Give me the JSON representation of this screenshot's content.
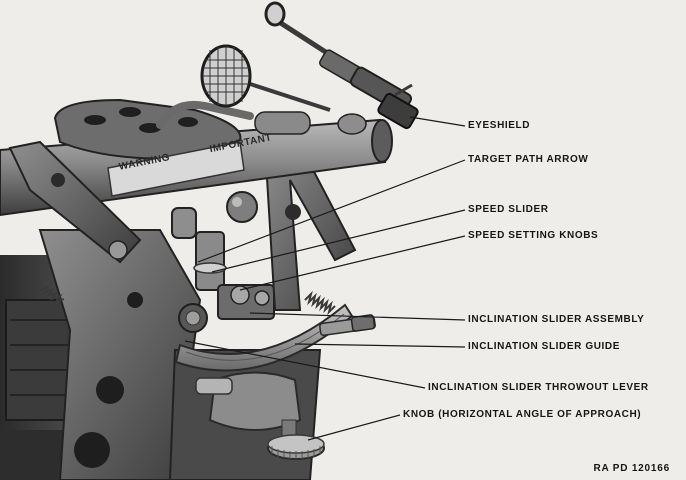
{
  "labels": {
    "eyeshield": "EYESHIELD",
    "target_path_arrow": "TARGET PATH ARROW",
    "speed_slider": "SPEED SLIDER",
    "speed_setting_knobs": "SPEED SETTING KNOBS",
    "inclination_slider_assembly": "INCLINATION SLIDER ASSEMBLY",
    "inclination_slider_guide": "INCLINATION SLIDER GUIDE",
    "inclination_slider_throwout_lever": "INCLINATION SLIDER THROWOUT LEVER",
    "knob_horizontal_angle": "KNOB (HORIZONTAL ANGLE OF APPROACH)"
  },
  "plate_text": {
    "warning": "WARNING",
    "important": "IMPORTANT"
  },
  "reference": "RA PD 120166",
  "colors": {
    "background": "#eeedea",
    "metal_dark": "#3a3a3a",
    "metal_mid": "#6e6e6e",
    "metal_light": "#a9a9a9",
    "leader": "#1a1a1a"
  }
}
